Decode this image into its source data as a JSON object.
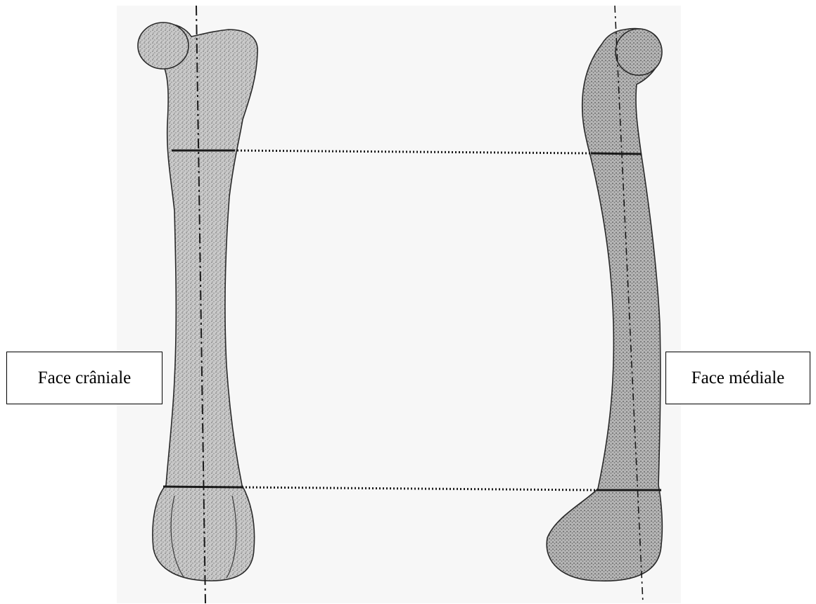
{
  "labels": {
    "left_view": "Face crâniale",
    "right_view": "Face médiale"
  },
  "colors": {
    "background_panel": "#f7f7f7",
    "bone_fill": "#c9c9c9",
    "bone_stipple": "#6d6d6d",
    "outline": "#2a2a2a",
    "reference_lines": "#1a1a1a"
  },
  "figure": {
    "subject": "femur",
    "views": [
      "cranial",
      "medial"
    ],
    "reference_lines": [
      "proximal",
      "distal"
    ]
  }
}
